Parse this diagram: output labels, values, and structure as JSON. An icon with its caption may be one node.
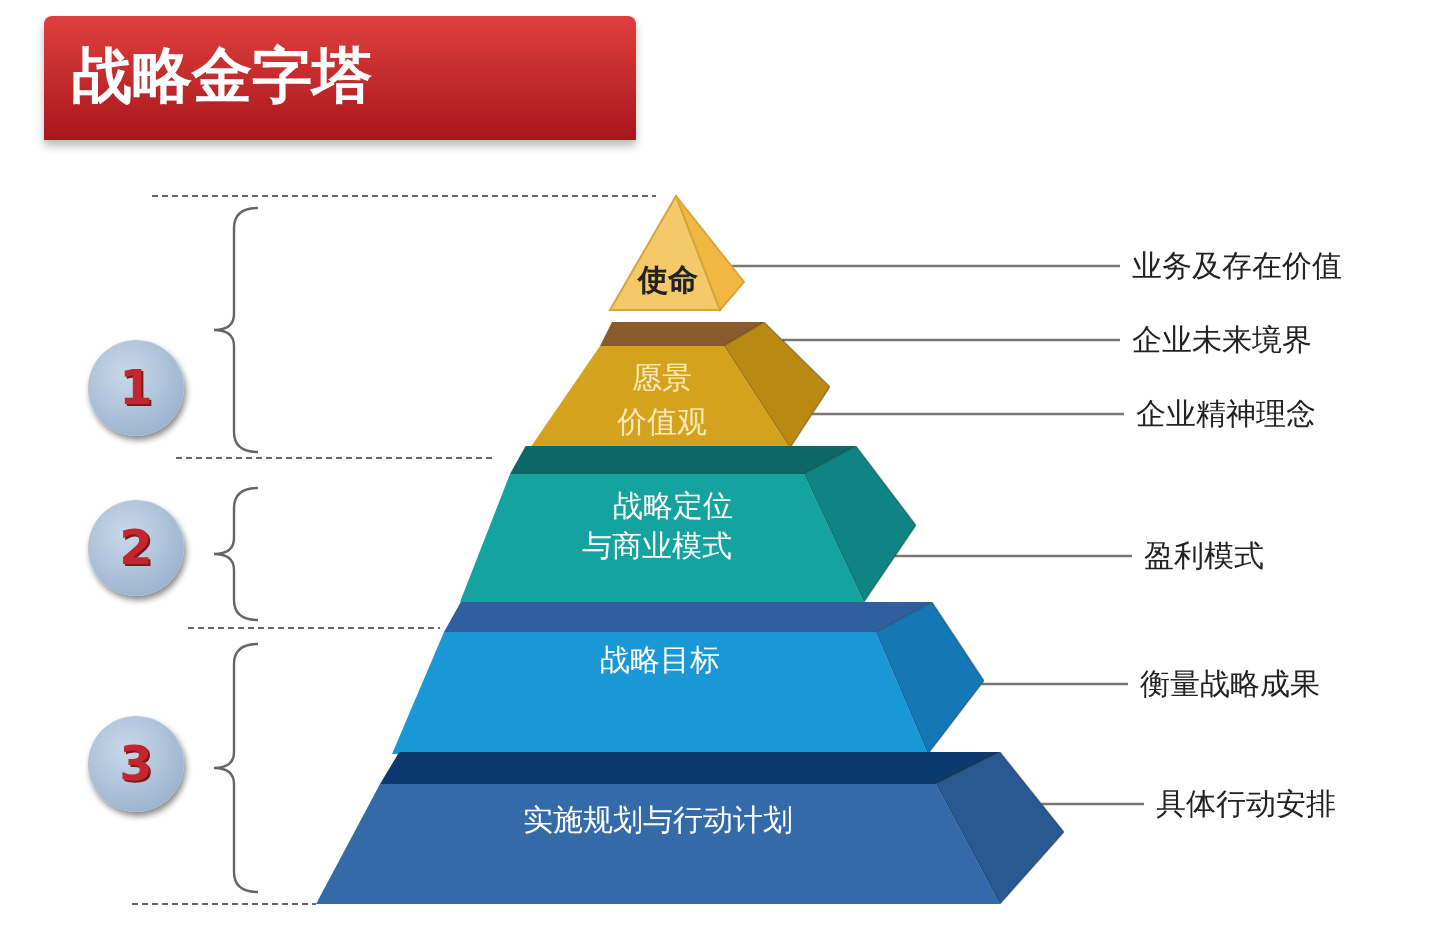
{
  "diagram": {
    "title": "战略金字塔",
    "nodes": [
      {
        "text": [
          "使命"
        ]
      },
      {
        "text": [
          "愿景",
          "价值观"
        ]
      },
      {
        "text": [
          "战略定位与商业模式"
        ]
      },
      {
        "text": [
          "战略目标"
        ]
      },
      {
        "text": [
          "实施规划与行动计划"
        ]
      },
      {
        "text": [
          "业务及存在价值"
        ]
      },
      {
        "text": [
          "企业未来境界"
        ]
      },
      {
        "text": [
          "企业精神理念"
        ]
      },
      {
        "text": [
          "盈利模式"
        ]
      },
      {
        "text": [
          "衡量战略成果"
        ]
      },
      {
        "text": [
          "具体行动安排"
        ]
      },
      {
        "text": [
          "1"
        ]
      },
      {
        "text": [
          "2"
        ]
      },
      {
        "text": [
          "3"
        ]
      }
    ],
    "edges": [
      {
        "from": 5,
        "to": 0,
        "arrow": "none"
      },
      {
        "from": 6,
        "to": 1,
        "arrow": "none"
      },
      {
        "from": 7,
        "to": 1,
        "arrow": "none"
      },
      {
        "from": 8,
        "to": 2,
        "arrow": "none"
      },
      {
        "from": 9,
        "to": 3,
        "arrow": "none"
      },
      {
        "from": 10,
        "to": 4,
        "arrow": "none"
      }
    ]
  }
}
